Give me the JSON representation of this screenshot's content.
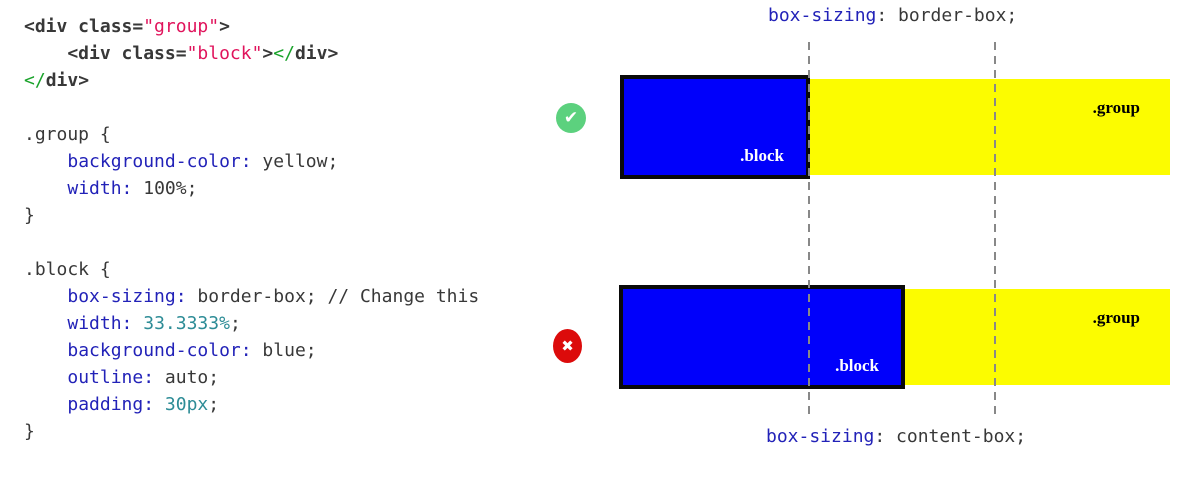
{
  "code_panel": {
    "lines": [
      {
        "segments": [
          {
            "text": "<div class=",
            "style": "tag"
          },
          {
            "text": "\"group\"",
            "style": "string"
          },
          {
            "text": ">",
            "style": "tag"
          }
        ]
      },
      {
        "segments": [
          {
            "text": "    <div class=",
            "style": "tag"
          },
          {
            "text": "\"block\"",
            "style": "string"
          },
          {
            "text": ">",
            "style": "tag"
          },
          {
            "text": "</",
            "style": "green"
          },
          {
            "text": "div>",
            "style": "tag"
          }
        ]
      },
      {
        "segments": [
          {
            "text": "</",
            "style": "green"
          },
          {
            "text": "div>",
            "style": "tag"
          }
        ]
      },
      {
        "segments": []
      },
      {
        "segments": [
          {
            "text": ".group {",
            "style": "plain"
          }
        ]
      },
      {
        "segments": [
          {
            "text": "    ",
            "style": "plain"
          },
          {
            "text": "background-color:",
            "style": "property"
          },
          {
            "text": " yellow;",
            "style": "plain"
          }
        ]
      },
      {
        "segments": [
          {
            "text": "    ",
            "style": "plain"
          },
          {
            "text": "width:",
            "style": "property"
          },
          {
            "text": " 100%;",
            "style": "plain"
          }
        ]
      },
      {
        "segments": [
          {
            "text": "}",
            "style": "plain"
          }
        ]
      },
      {
        "segments": []
      },
      {
        "segments": [
          {
            "text": ".block {",
            "style": "plain"
          }
        ]
      },
      {
        "segments": [
          {
            "text": "    ",
            "style": "plain"
          },
          {
            "text": "box-sizing:",
            "style": "property"
          },
          {
            "text": " border-box; // Change this",
            "style": "plain"
          }
        ]
      },
      {
        "segments": [
          {
            "text": "    ",
            "style": "plain"
          },
          {
            "text": "width:",
            "style": "property"
          },
          {
            "text": " ",
            "style": "plain"
          },
          {
            "text": "33.3333%",
            "style": "value"
          },
          {
            "text": ";",
            "style": "plain"
          }
        ]
      },
      {
        "segments": [
          {
            "text": "    ",
            "style": "plain"
          },
          {
            "text": "background-color:",
            "style": "property"
          },
          {
            "text": " blue;",
            "style": "plain"
          }
        ]
      },
      {
        "segments": [
          {
            "text": "    ",
            "style": "plain"
          },
          {
            "text": "outline:",
            "style": "property"
          },
          {
            "text": " auto;",
            "style": "plain"
          }
        ]
      },
      {
        "segments": [
          {
            "text": "    ",
            "style": "plain"
          },
          {
            "text": "padding:",
            "style": "property"
          },
          {
            "text": " ",
            "style": "plain"
          },
          {
            "text": "30px",
            "style": "value"
          },
          {
            "text": ";",
            "style": "plain"
          }
        ]
      },
      {
        "segments": [
          {
            "text": "}",
            "style": "plain"
          }
        ]
      }
    ]
  },
  "diagram": {
    "caption_top": {
      "keyword": "box-sizing",
      "rest": ": border-box;"
    },
    "caption_bottom": {
      "keyword": "box-sizing",
      "rest": ": content-box;"
    },
    "top": {
      "block_label": ".block",
      "group_label": ".group"
    },
    "bottom": {
      "block_label": ".block",
      "group_label": ".group"
    },
    "icons": {
      "check": "✔",
      "cross": "✖"
    }
  },
  "colors": {
    "block_blue": "#0000fb",
    "group_yellow": "#fcfc00",
    "check_green": "#5cd17e",
    "cross_red": "#dc0b0b",
    "syntax_property_blue": "#2222b8",
    "syntax_value_teal": "#2d8c96",
    "syntax_string_red": "#e0145c",
    "syntax_close_green": "#1aa32b",
    "syntax_text": "#383838",
    "guideline_gray": "#888888"
  }
}
